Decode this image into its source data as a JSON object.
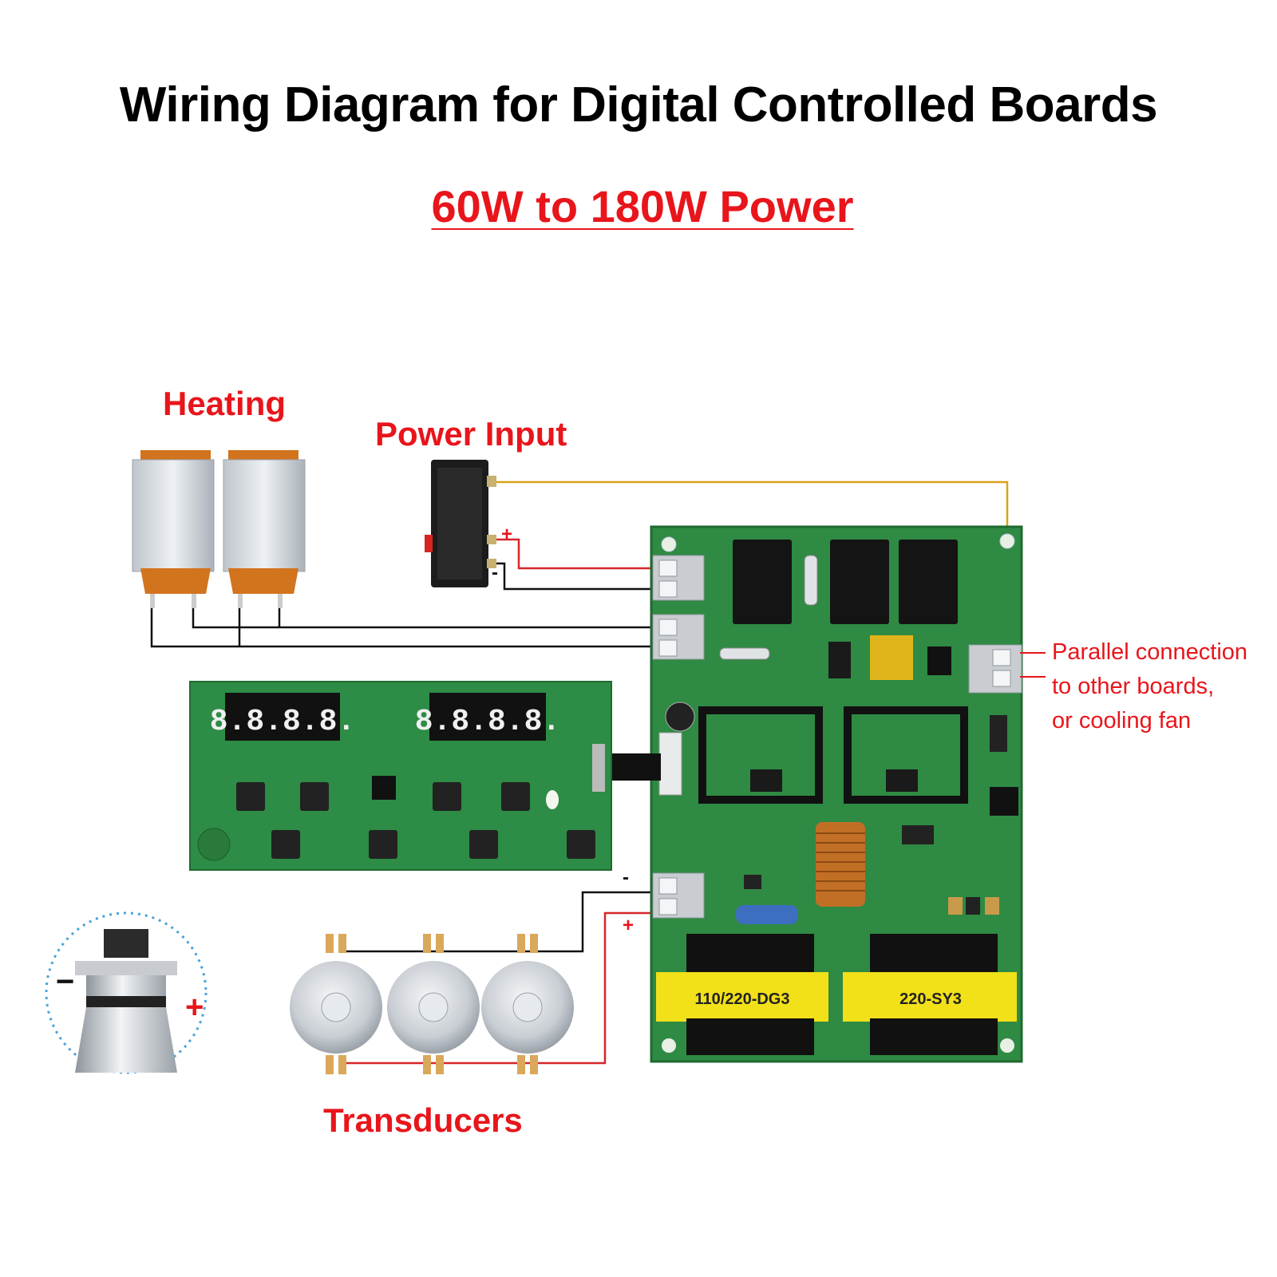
{
  "title": "Wiring Diagram for Digital Controlled Boards",
  "subtitle": "60W to 180W Power",
  "labels": {
    "heating": "Heating",
    "power_input": "Power Input",
    "transducers": "Transducers",
    "parallel": [
      "Parallel connection",
      "to other boards,",
      "or cooling fan"
    ]
  },
  "display_board": {
    "display1": "8.8.8.8.",
    "display2": "8.8.8.8."
  },
  "transformers": [
    "110/220-DG3",
    "220-SY3"
  ],
  "polarity": {
    "plus": "+",
    "minus": "-",
    "neg_symbol": "−",
    "pos_symbol": "+"
  },
  "colors": {
    "accent_red": "#e8151b",
    "pcb_green": "#2f8a43",
    "wire_yellow": "#d9a21a",
    "wire_black": "#111111",
    "wire_red": "#d6262b"
  }
}
